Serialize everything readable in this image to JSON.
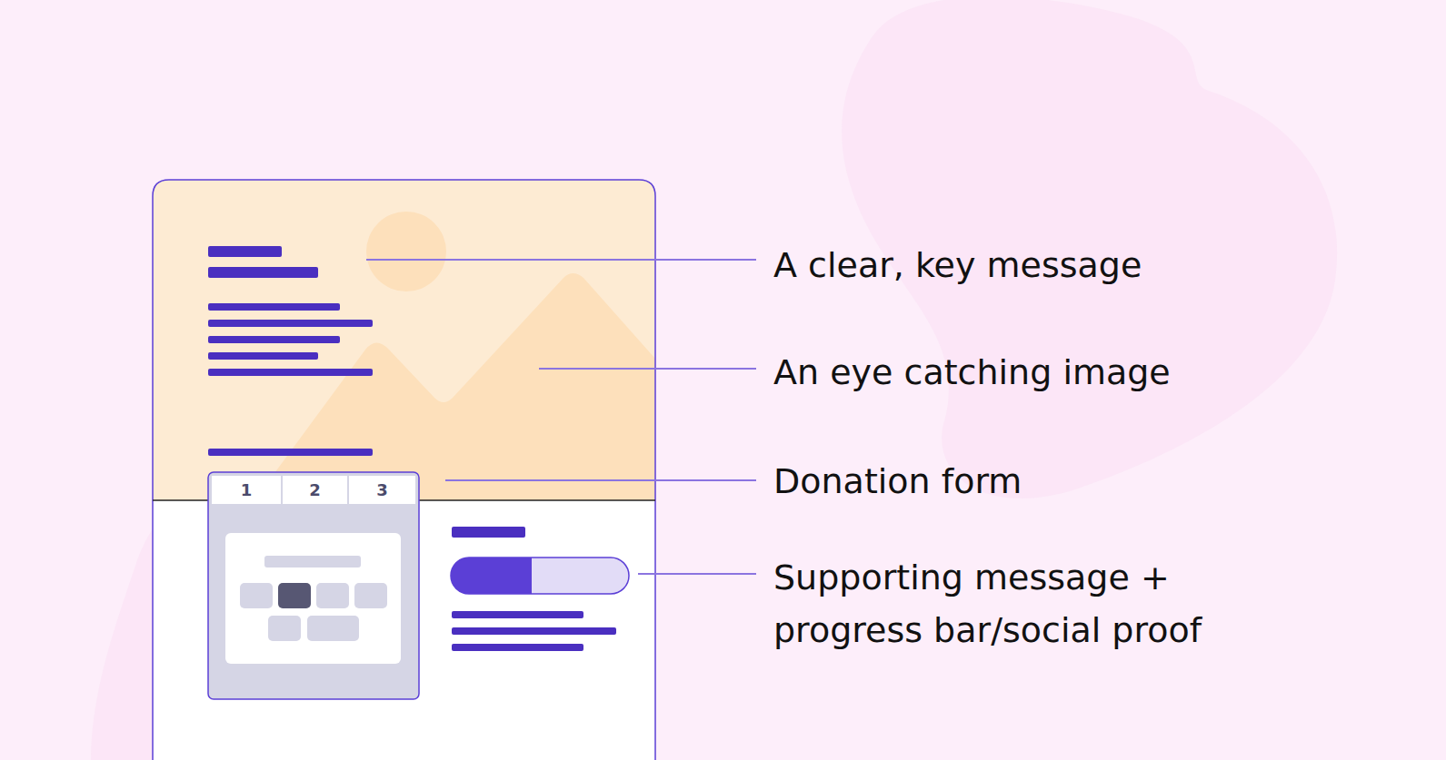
{
  "diagram": {
    "nodes": [
      {
        "text": [
          "1"
        ]
      },
      {
        "text": [
          "2"
        ]
      },
      {
        "text": [
          "3"
        ]
      }
    ],
    "labels": [
      "A clear, key message",
      "An eye catching image",
      "Donation form",
      "Supporting message + progress bar/social proof"
    ]
  }
}
